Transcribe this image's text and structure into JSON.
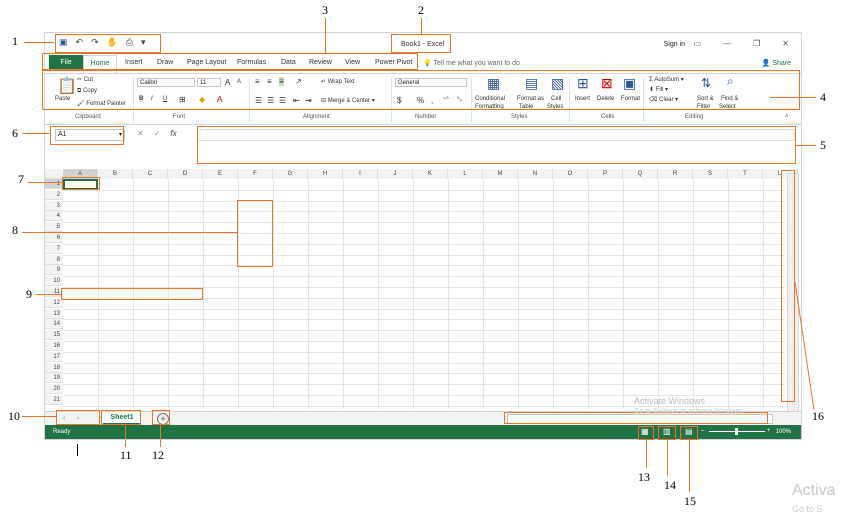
{
  "title_bar": {
    "doc_title": "Book1 - Excel",
    "signin": "Sign in",
    "qat": {
      "save_icon": "save-icon",
      "undo": "↶",
      "redo": "↷",
      "touch": "✋",
      "print_preview": "⎙",
      "customize": "▾"
    },
    "controls": {
      "ribbon_display": "▭",
      "minimize": "—",
      "restore": "❐",
      "close": "✕"
    }
  },
  "tabs": {
    "file": "File",
    "home": "Home",
    "items": [
      "Insert",
      "Draw",
      "Page Layout",
      "Formulas",
      "Data",
      "Review",
      "View",
      "Power Pivot"
    ],
    "tellme": "Tell me what you want to do",
    "share": "Share"
  },
  "ribbon": {
    "clipboard": {
      "paste": "Paste",
      "cut": "Cut",
      "copy": "Copy",
      "format_painter": "Format Painter",
      "label": "Clipboard"
    },
    "font": {
      "name": "Calibri",
      "size": "11",
      "grow": "A",
      "shrink": "A",
      "bold": "B",
      "italic": "I",
      "underline": "U",
      "label": "Font"
    },
    "alignment": {
      "wrap": "Wrap Text",
      "merge": "Merge & Center",
      "label": "Alignment"
    },
    "number": {
      "format": "General",
      "currency": "$",
      "percent": "%",
      "comma": ",",
      "label": "Number"
    },
    "styles": {
      "conditional": "Conditional",
      "conditional2": "Formatting",
      "format_as": "Format as",
      "format_as2": "Table",
      "cell": "Cell",
      "cell2": "Styles",
      "label": "Styles"
    },
    "cells": {
      "insert": "Insert",
      "delete": "Delete",
      "format": "Format",
      "label": "Cells"
    },
    "editing": {
      "autosum": "AutoSum",
      "fill": "Fill",
      "clear": "Clear",
      "sort": "Sort &",
      "sort2": "Filter",
      "find": "Find &",
      "find2": "Select",
      "label": "Editing"
    }
  },
  "formula_bar": {
    "namebox": "A1",
    "cancel": "✕",
    "enter": "✓",
    "fx": "fx"
  },
  "grid": {
    "columns": [
      "A",
      "B",
      "C",
      "D",
      "E",
      "F",
      "G",
      "H",
      "I",
      "J",
      "K",
      "L",
      "M",
      "N",
      "O",
      "P",
      "Q",
      "R",
      "S",
      "T",
      "U"
    ],
    "rows": [
      "1",
      "2",
      "3",
      "4",
      "5",
      "6",
      "7",
      "8",
      "9",
      "10",
      "11",
      "12",
      "13",
      "14",
      "15",
      "16",
      "17",
      "18",
      "19",
      "20",
      "21"
    ]
  },
  "sheet_tabs": {
    "prev": "‹",
    "next": "›",
    "sheet1": "Sheet1",
    "add": "+"
  },
  "status": {
    "ready": "Ready",
    "zoom": "100%",
    "zoom_minus": "–",
    "zoom_plus": "+"
  },
  "watermark": {
    "line1": "Activate Windows",
    "line2": "Go to Settings to activate Windows.",
    "corner1": "Activa",
    "corner2": "Go to S"
  },
  "callouts": [
    "1",
    "2",
    "3",
    "4",
    "5",
    "6",
    "7",
    "8",
    "9",
    "10",
    "11",
    "12",
    "13",
    "14",
    "15",
    "16"
  ]
}
